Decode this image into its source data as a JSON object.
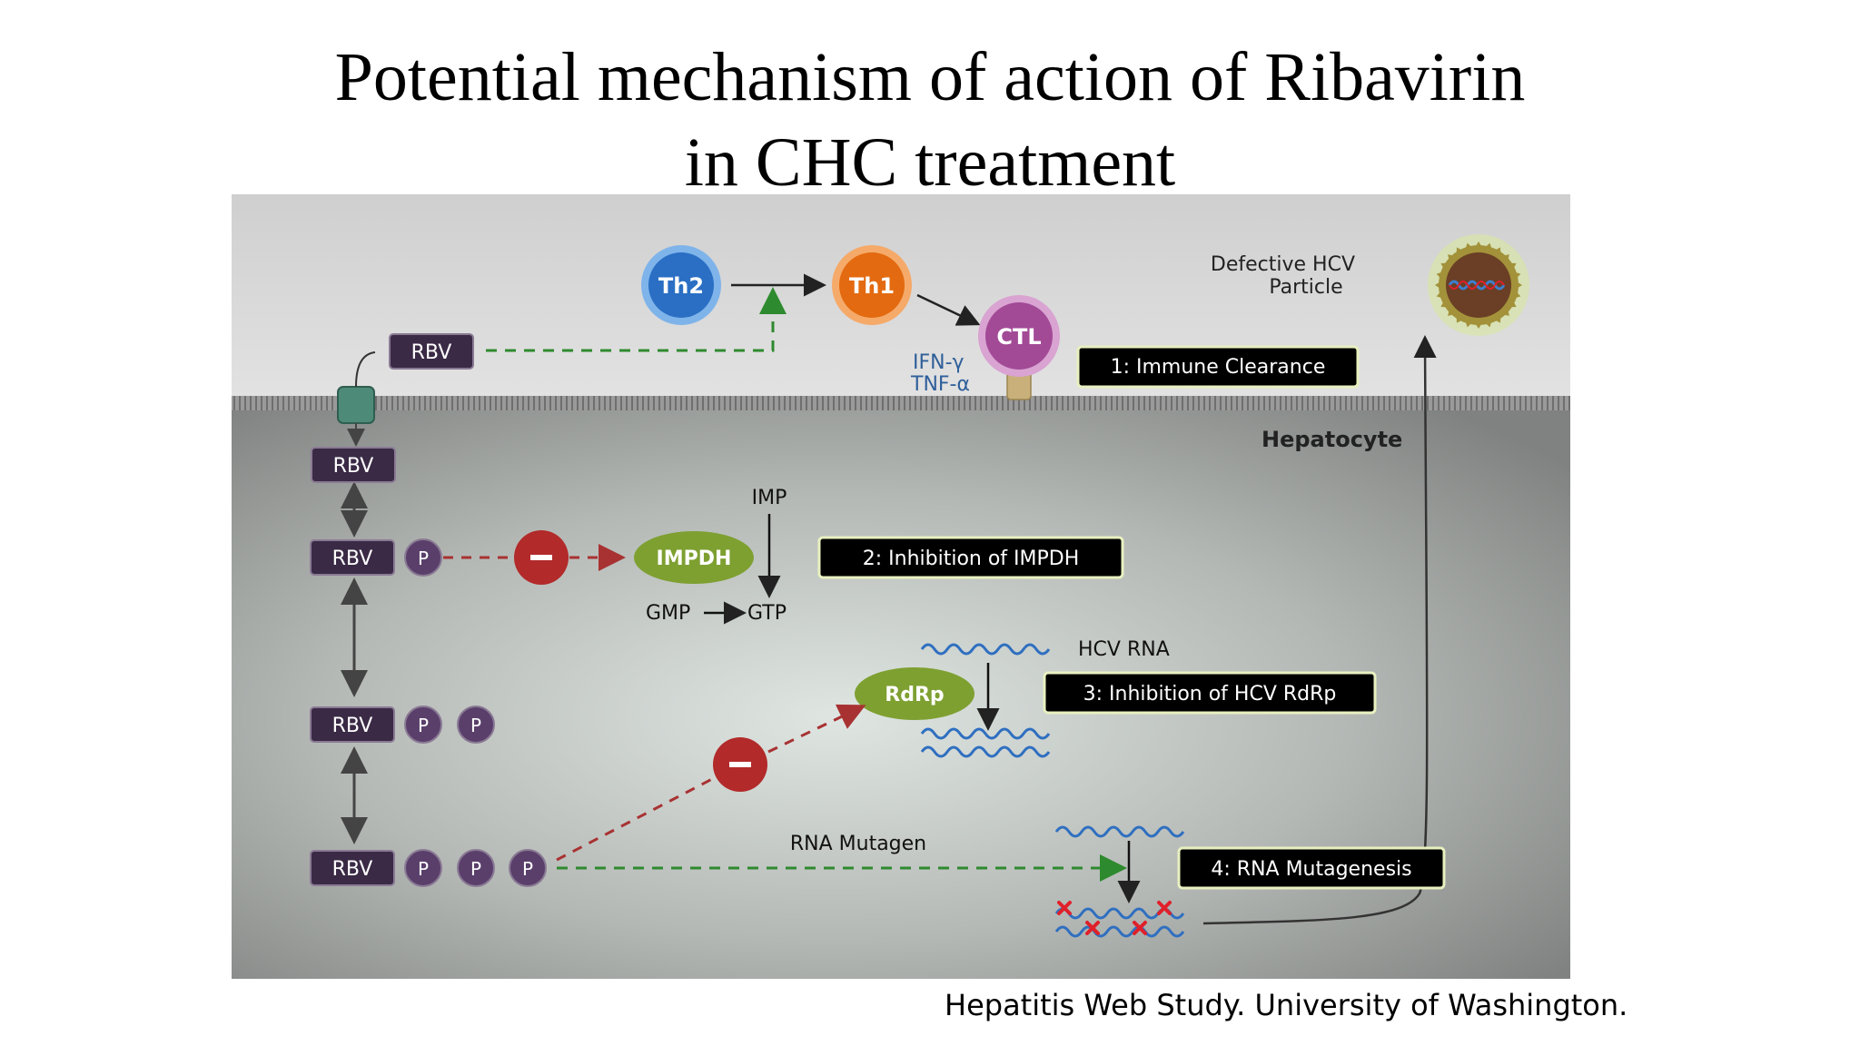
{
  "slide": {
    "title_line1": "Potential mechanism of action of Ribavirin",
    "title_line2": "in CHC treatment",
    "citation": "Hepatitis Web Study. University of Washington."
  },
  "diagram": {
    "cells": {
      "th2": "Th2",
      "th1": "Th1",
      "ctl": "CTL"
    },
    "cytokines": {
      "ifn": "IFN-γ",
      "tnf": "TNF-α"
    },
    "particle_label_line1": "Defective HCV",
    "particle_label_line2": "Particle",
    "region_label": "Hepatocyte",
    "rbv": "RBV",
    "phosphate": "P",
    "enzymes": {
      "impdh": "IMPDH",
      "rdrp": "RdRp"
    },
    "metabolites": {
      "imp": "IMP",
      "gmp": "GMP",
      "gtp": "GTP"
    },
    "hcv_rna": "HCV RNA",
    "rna_mutagen": "RNA Mutagen",
    "mechanisms": [
      "1: Immune Clearance",
      "2: Inhibition of IMPDH",
      "3: Inhibition of HCV RdRp",
      "4: RNA Mutagenesis"
    ],
    "colors": {
      "outside_bg": "#d4d4d4",
      "inside_bg": "#8a8c8a",
      "rbv_box": "#3a2a45",
      "phosphate": "#5a3f6b",
      "th2": "#2a6fc4",
      "th1": "#e36a10",
      "ctl": "#a24a96",
      "enzyme": "#7ea031",
      "inhibitor": "#b22a2a",
      "green_dash": "#2e8a2e",
      "red_dash": "#a83232",
      "rna": "#2f6fc0",
      "mutation": "#e0202a"
    }
  }
}
